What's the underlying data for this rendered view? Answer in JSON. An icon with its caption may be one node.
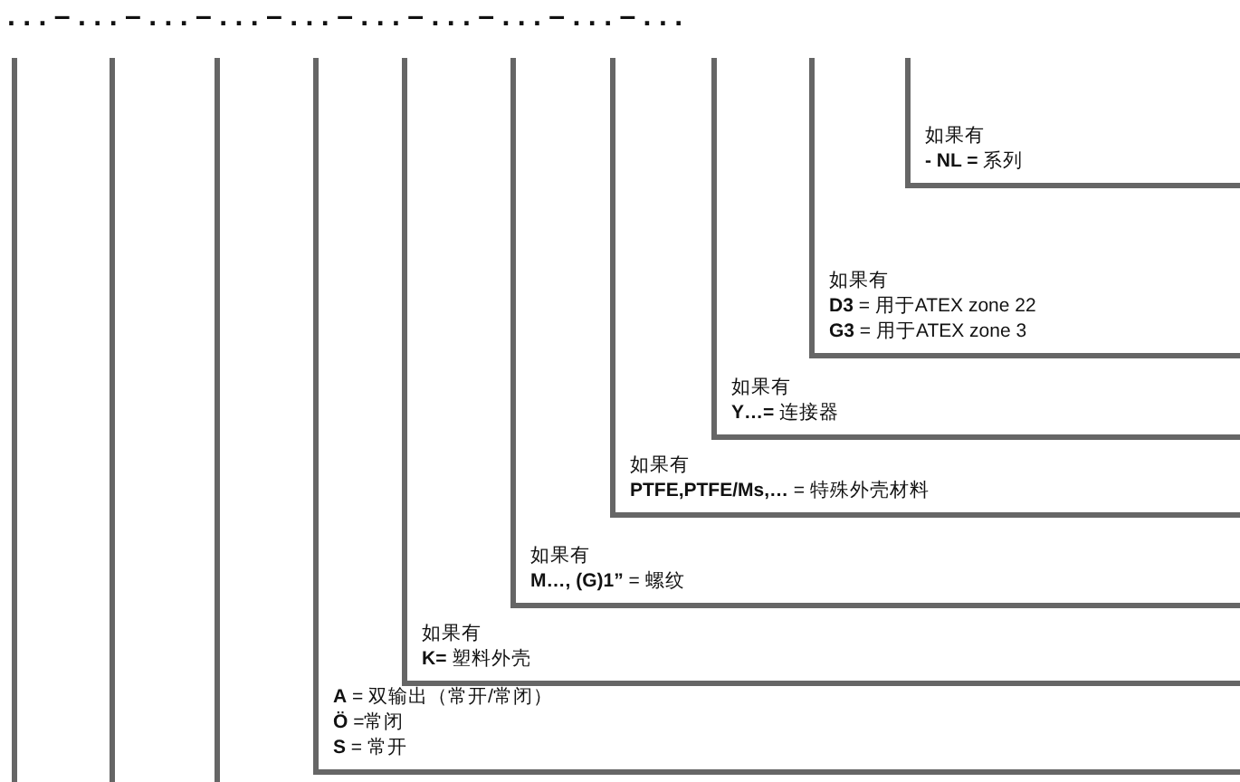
{
  "diagram": {
    "nodes": [
      {
        "text": [
          "**A** = 双输出（常开/常闭）",
          "**Ö** =常闭",
          "**S** = 常开"
        ]
      },
      {
        "text": [
          "如果有",
          "**K=** 塑料外壳"
        ],
        "in": 0
      },
      {
        "text": [
          "如果有",
          "**M…, (G)1”** = 螺纹"
        ],
        "in": 1
      },
      {
        "text": [
          "如果有",
          "**PTFE,PTFE/Ms,…** = 特殊外壳材料"
        ],
        "in": 2
      },
      {
        "text": [
          "如果有",
          "**Y…=** 连接器"
        ],
        "in": 3
      },
      {
        "text": [
          "如果有",
          "**D3** = 用于ATEX zone 22",
          "**G3** = 用于ATEX zone 3"
        ],
        "in": 4
      },
      {
        "text": [
          "如果有",
          "**- NL =** 系列"
        ],
        "in": 5
      }
    ],
    "edges": [],
    "labels": [
      "...–...–...–...–...–...–...–...–...–..."
    ]
  }
}
